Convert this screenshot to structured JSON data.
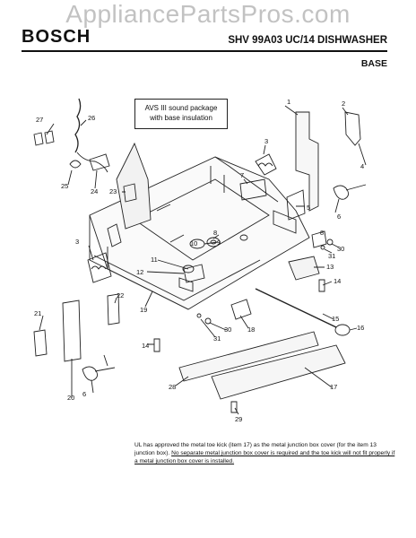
{
  "watermark": "AppliancePartsPros.com",
  "header": {
    "brand": "BOSCH",
    "model": "SHV 99A03 UC/14 DISHWASHER",
    "section": "BASE"
  },
  "callout_box": {
    "line1": "AVS III sound package",
    "line2": "with base insulation"
  },
  "note": {
    "part1": "UL has approved the metal toe kick (item 17) as the metal junction box cover (for the item 13 junction box). ",
    "part2": "No separate metal junction box cover is required and the toe kick will not fit properly if a metal junction box cover is installed."
  },
  "callouts": [
    "1",
    "2",
    "3",
    "3",
    "4",
    "5",
    "6",
    "6",
    "7",
    "8",
    "9",
    "10",
    "11",
    "12",
    "13",
    "14",
    "14",
    "15",
    "16",
    "17",
    "18",
    "19",
    "20",
    "21",
    "22",
    "23",
    "24",
    "25",
    "26",
    "27",
    "28",
    "29",
    "30",
    "30",
    "31",
    "31"
  ]
}
